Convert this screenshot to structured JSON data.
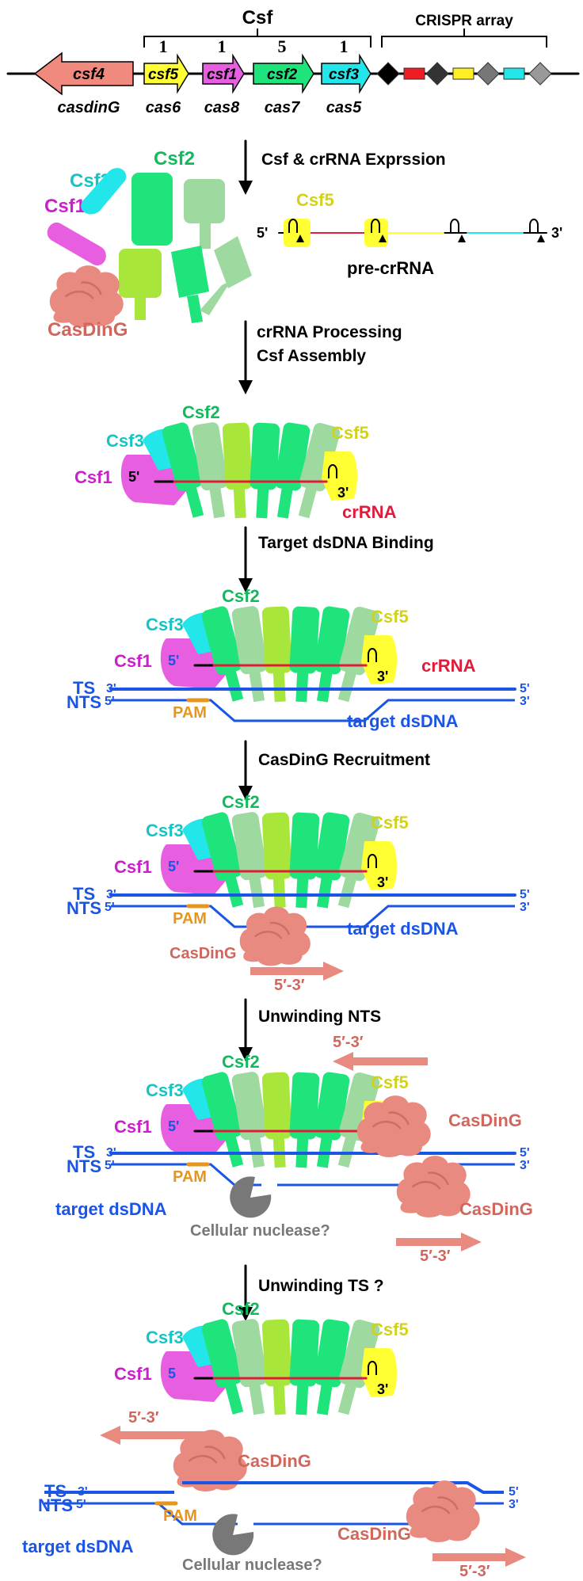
{
  "colors": {
    "csf4": "#f08a7e",
    "csf5": "#ffff33",
    "csf1": "#e75ee0",
    "csf2": "#1fe47c",
    "csf3": "#22e6ea",
    "csf2_light": "#9ed9a0",
    "csf2_lime": "#a8e63c",
    "casding": "#e98a80",
    "casding_text": "#d0665c",
    "dna": "#1a55e6",
    "crrna": "#e01c3a",
    "pam": "#e6961e",
    "csf1_text": "#cc1fcc",
    "csf2_text": "#12b95e",
    "csf3_text": "#17c4c4",
    "csf5_text": "#d2d21a",
    "nuclease": "#787878"
  },
  "operon": {
    "csf_label": "Csf",
    "crispr_label": "CRISPR array",
    "genes": [
      {
        "name": "csf4",
        "alias": "casdinG",
        "copies": ""
      },
      {
        "name": "csf5",
        "alias": "cas6",
        "copies": "1"
      },
      {
        "name": "csf1",
        "alias": "cas8",
        "copies": "1"
      },
      {
        "name": "csf2",
        "alias": "cas7",
        "copies": "5"
      },
      {
        "name": "csf3",
        "alias": "cas5",
        "copies": "1"
      }
    ]
  },
  "steps": [
    "Csf & crRNA Exprssion",
    "crRNA Processing",
    "Csf Assembly",
    "Target dsDNA Binding",
    "CasDinG Recruitment",
    "Unwinding NTS",
    "Unwinding TS ?"
  ],
  "labels": {
    "csf1": "Csf1",
    "csf2": "Csf2",
    "csf3": "Csf3",
    "csf5": "Csf5",
    "casding": "CasDinG",
    "pre_crrna": "pre-crRNA",
    "crrna": "crRNA",
    "ts": "TS",
    "nts": "NTS",
    "pam": "PAM",
    "target": "target dsDNA",
    "five": "5'",
    "three": "3'",
    "five_trunc": "5",
    "direction": "5′-3′",
    "nuclease": "Cellular nuclease?"
  }
}
